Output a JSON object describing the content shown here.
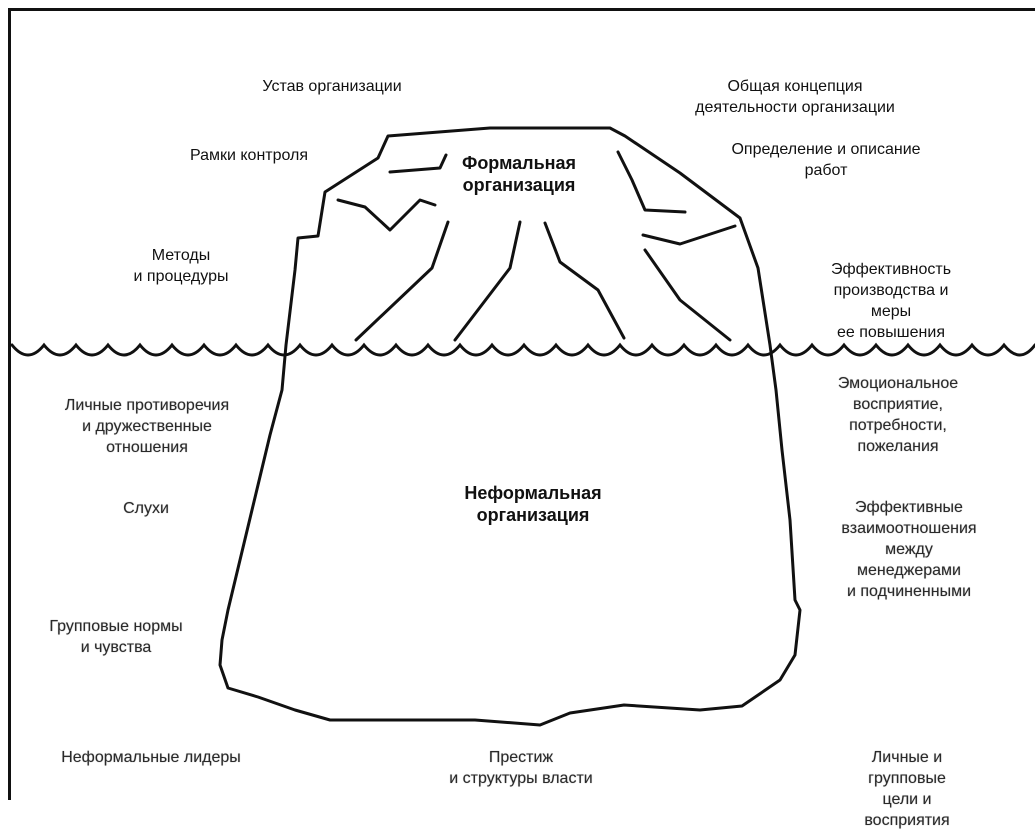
{
  "formal": {
    "title": "Формальная\nорганизация",
    "items": [
      "Устав организации",
      "Общая концепция деятельности организации",
      "Рамки контроля",
      "Определение и описание\nработ",
      "Методы\nи процедуры",
      "Эффективность\nпроизводства и меры\nее повышения"
    ]
  },
  "informal": {
    "title": "Неформальная\nорганизация",
    "items": [
      "Личные противоречия\nи дружественные\nотношения",
      "Эмоциональное\nвосприятие, потребности,\nпожелания",
      "Слухи",
      "Эффективные\nвзаимоотношения\nмежду менеджерами\nи подчиненными",
      "Групповые нормы\nи чувства",
      "Неформальные лидеры",
      "Престиж\nи структуры власти",
      "Личные и групповые\nцели и восприятия"
    ]
  }
}
